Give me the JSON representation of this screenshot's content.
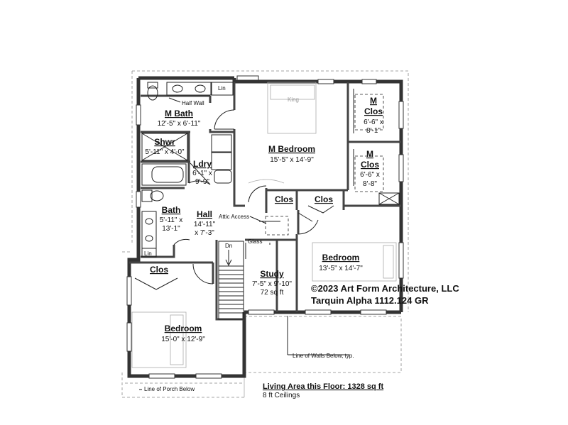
{
  "rooms": {
    "m_bath": {
      "name": "M Bath",
      "dims": "12'-5\" x 6'-11\""
    },
    "shwr": {
      "name": "Shwr",
      "dims": "5'-11\" x 4'-0\""
    },
    "ldry": {
      "name": "Ldry",
      "dims_line1": "6'-1\" x",
      "dims_line2": "9'-9\""
    },
    "m_bedroom": {
      "name": "M Bedroom",
      "dims": "15'-5\" x 14'-9\""
    },
    "m_clos_1": {
      "name_line1": "M",
      "name_line2": "Clos",
      "dims_line1": "6'-6\" x",
      "dims_line2": "8'-1\""
    },
    "m_clos_2": {
      "name_line1": "M",
      "name_line2": "Clos",
      "dims_line1": "6'-6\" x",
      "dims_line2": "8'-8\""
    },
    "bath": {
      "name": "Bath",
      "dims_line1": "5'-11\" x",
      "dims_line2": "13'-1\""
    },
    "hall": {
      "name": "Hall",
      "dims_line1": "14'-11\"",
      "dims_line2": "x 7'-3\""
    },
    "clos_a": {
      "name": "Clos"
    },
    "clos_b": {
      "name": "Clos"
    },
    "clos_c": {
      "name": "Clos"
    },
    "bedroom_right": {
      "name": "Bedroom",
      "dims": "13'-5\" x 14'-7\""
    },
    "study": {
      "name": "Study",
      "dims": "7'-5\" x 9'-10\"",
      "area": "72 sq ft"
    },
    "bedroom_left": {
      "name": "Bedroom",
      "dims": "15'-0\" x 12'-9\""
    }
  },
  "labels": {
    "half_wall": "Half Wall",
    "lin_top": "Lin",
    "lin_bottom": "Lin",
    "king": "King",
    "attic_access": "Attic Access",
    "glass": "Glass",
    "dn": "Dn",
    "line_of_walls": "Line of Walls Below, typ.",
    "line_of_porch": "Line of Porch Below"
  },
  "copyright": {
    "line1": "©2023 Art Form Architecture, LLC",
    "line2": "Tarquin Alpha 1112.124 GR"
  },
  "footer": {
    "living_area": "Living Area this Floor: 1328 sq ft",
    "ceilings": "8 ft Ceilings"
  }
}
